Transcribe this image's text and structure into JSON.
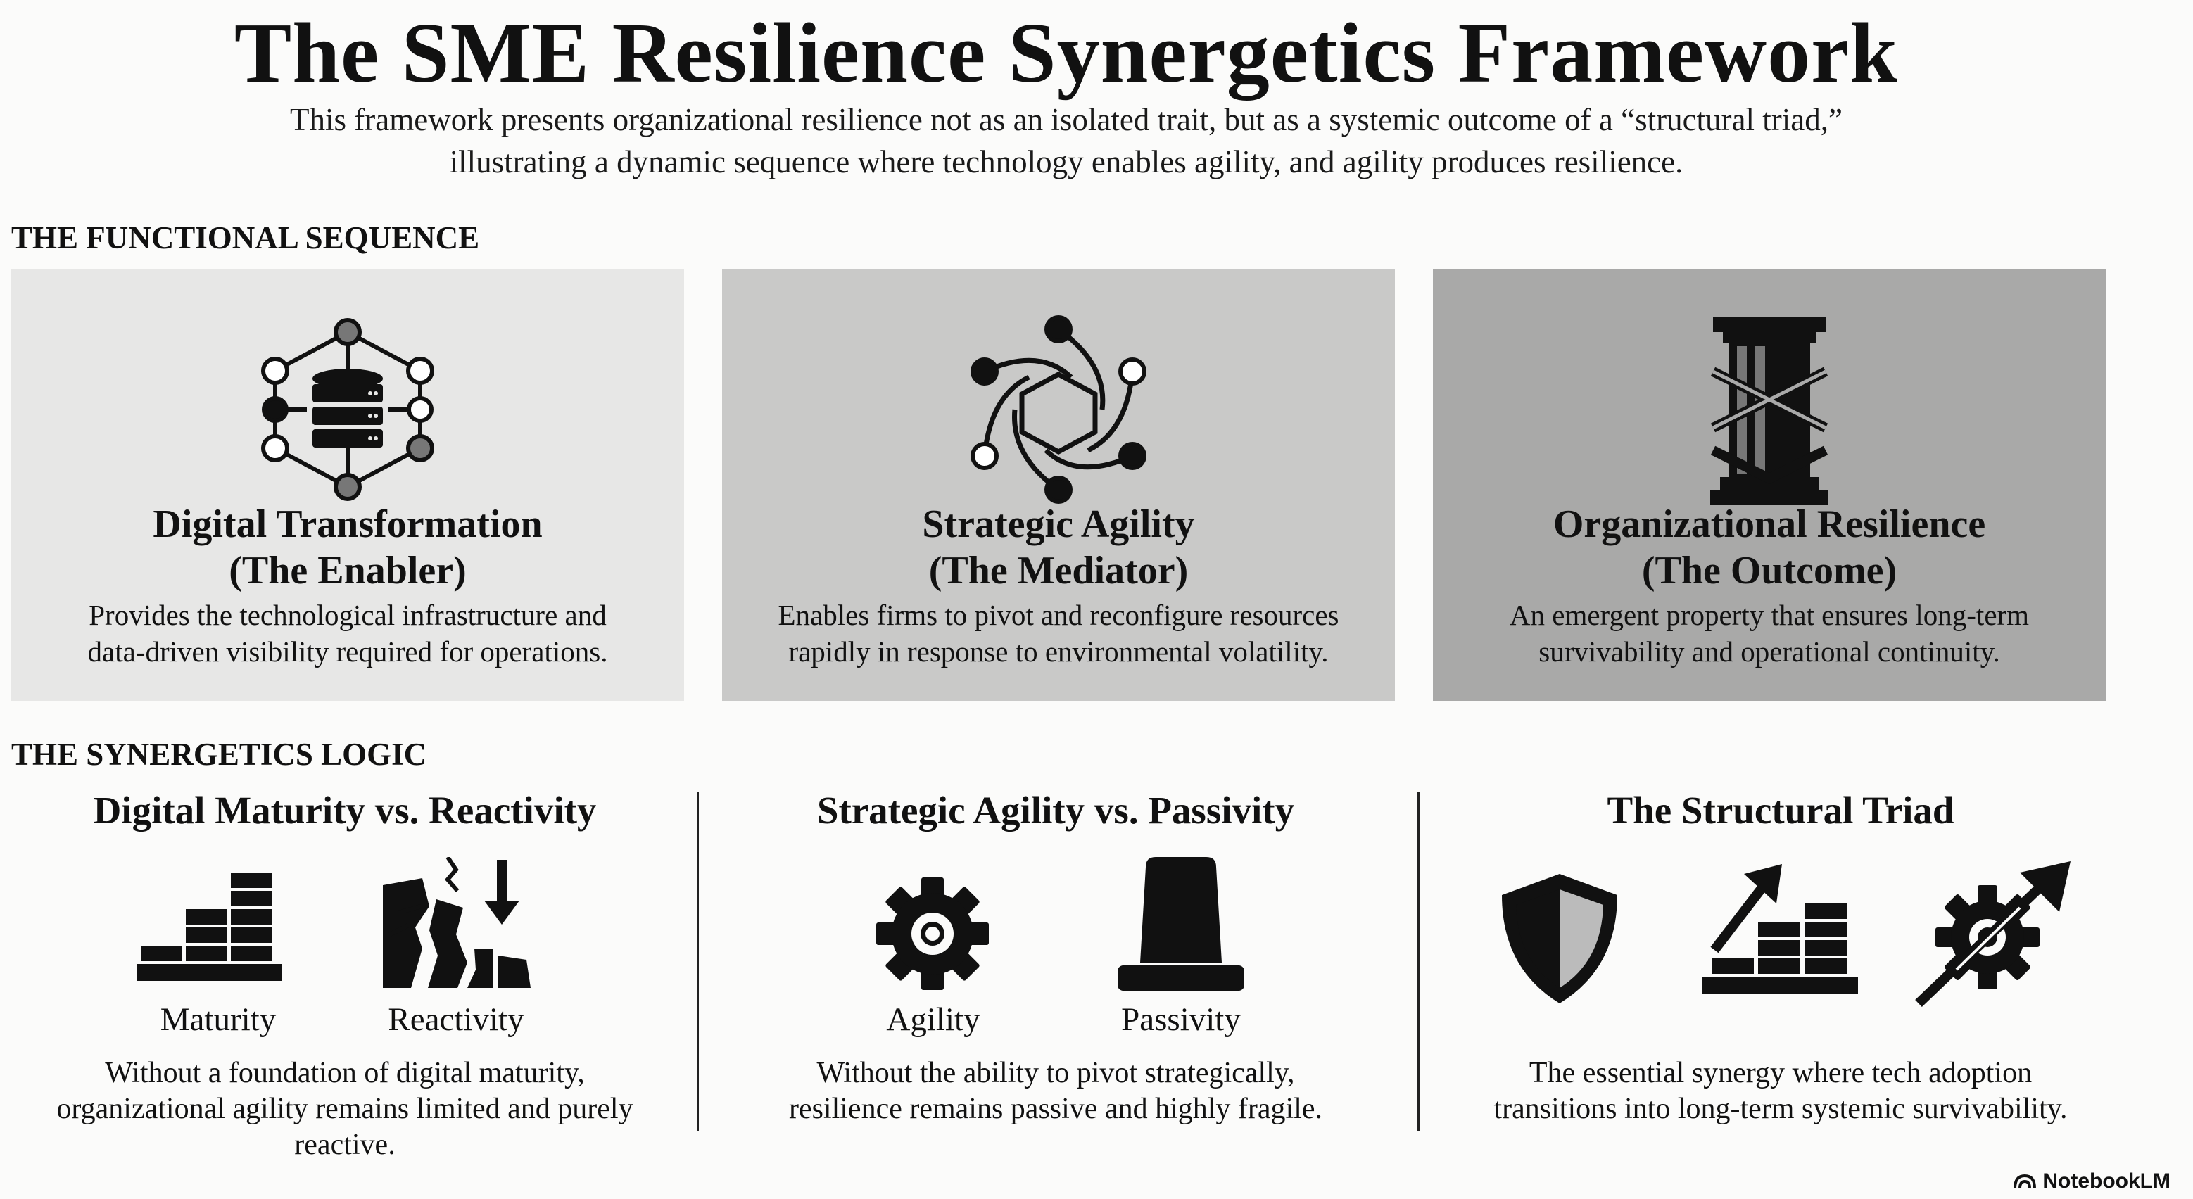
{
  "header": {
    "title": "The SME Resilience Synergetics Framework",
    "subtitle_line1": "This framework presents organizational resilience not as an isolated trait, but as a systemic outcome of a “structural triad,”",
    "subtitle_line2": "illustrating a dynamic sequence where technology enables agility, and agility produces resilience."
  },
  "sequence": {
    "label": "THE FUNCTIONAL SEQUENCE",
    "cards": [
      {
        "title_line1": "Digital Transformation",
        "title_line2": "(The Enabler)",
        "desc_line1": "Provides the technological infrastructure and",
        "desc_line2": "data-driven visibility required for operations.",
        "icon": "database-network-icon"
      },
      {
        "title_line1": "Strategic Agility",
        "title_line2": "(The Mediator)",
        "desc_line1": "Enables firms to pivot and reconfigure resources",
        "desc_line2": "rapidly in response to environmental volatility.",
        "icon": "aperture-network-icon"
      },
      {
        "title_line1": "Organizational Resilience",
        "title_line2": "(The Outcome)",
        "desc_line1": "An emergent property that ensures long-term",
        "desc_line2": "survivability and operational continuity.",
        "icon": "braced-pillar-icon"
      }
    ],
    "card_colors": [
      "#e7e7e6",
      "#c9c9c8",
      "#a9a9a8"
    ]
  },
  "logic": {
    "label": "THE SYNERGETICS LOGIC",
    "columns": [
      {
        "heading": "Digital Maturity vs. Reactivity",
        "captions": [
          "Maturity",
          "Reactivity"
        ],
        "desc_line1": "Without a foundation of digital maturity,",
        "desc_line2": "organizational agility remains limited and purely",
        "desc_line3": "reactive."
      },
      {
        "heading": "Strategic Agility vs. Passivity",
        "captions": [
          "Agility",
          "Passivity"
        ],
        "desc_line1": "Without the ability to pivot strategically,",
        "desc_line2": "resilience remains passive and highly fragile."
      },
      {
        "heading": "The Structural Triad",
        "desc_line1": "The essential synergy where tech adoption",
        "desc_line2": "transitions into long-term systemic survivability."
      }
    ]
  },
  "brand": "NotebookLM"
}
